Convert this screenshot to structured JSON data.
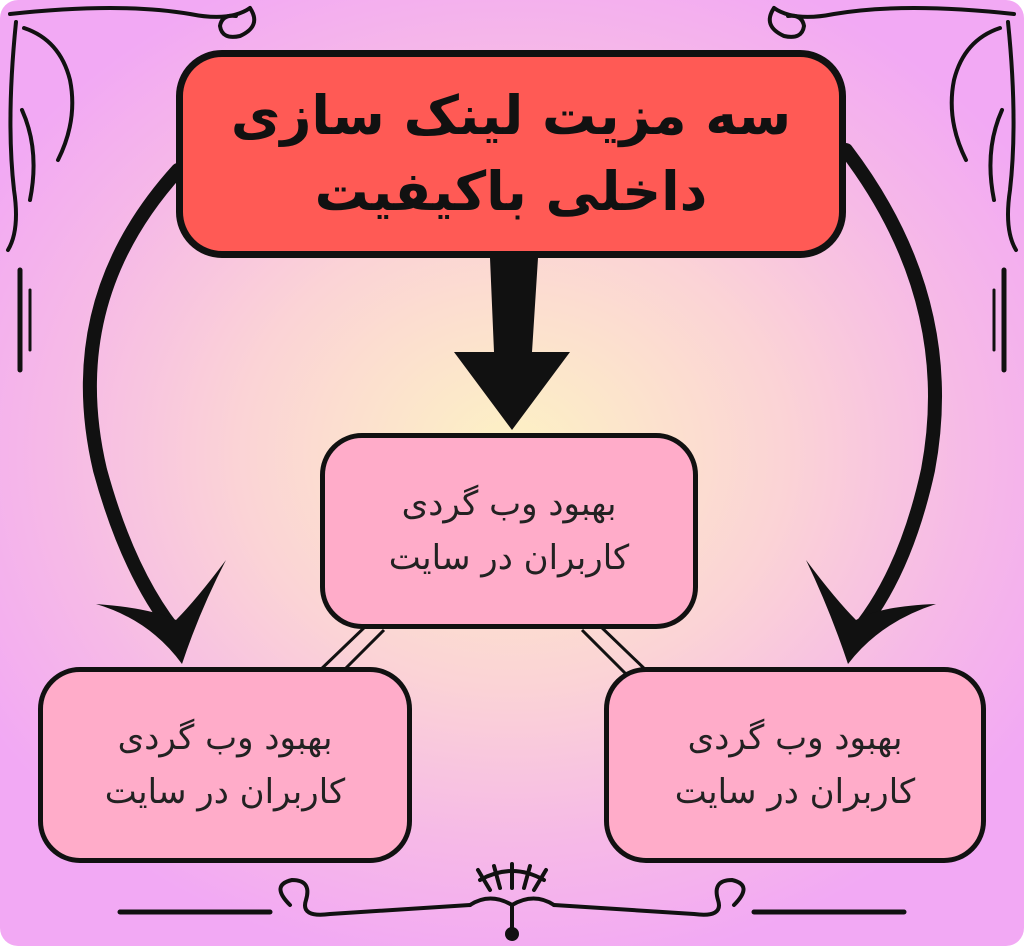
{
  "title": {
    "line1": "سه مزیت لینک سازی",
    "line2": "داخلی باکیفیت"
  },
  "nodes": [
    {
      "line1": "بهبود وب گردی",
      "line2": "کاربران در سایت"
    },
    {
      "line1": "بهبود وب گردی",
      "line2": "کاربران در سایت"
    },
    {
      "line1": "بهبود وب گردی",
      "line2": "کاربران در سایت"
    }
  ],
  "colors": {
    "title_fill": "#ff5a55",
    "node_fill": "#ffacc9",
    "outline": "#111111",
    "background_center": "#fdf2c4",
    "background_edge": "#f2a9f4"
  }
}
